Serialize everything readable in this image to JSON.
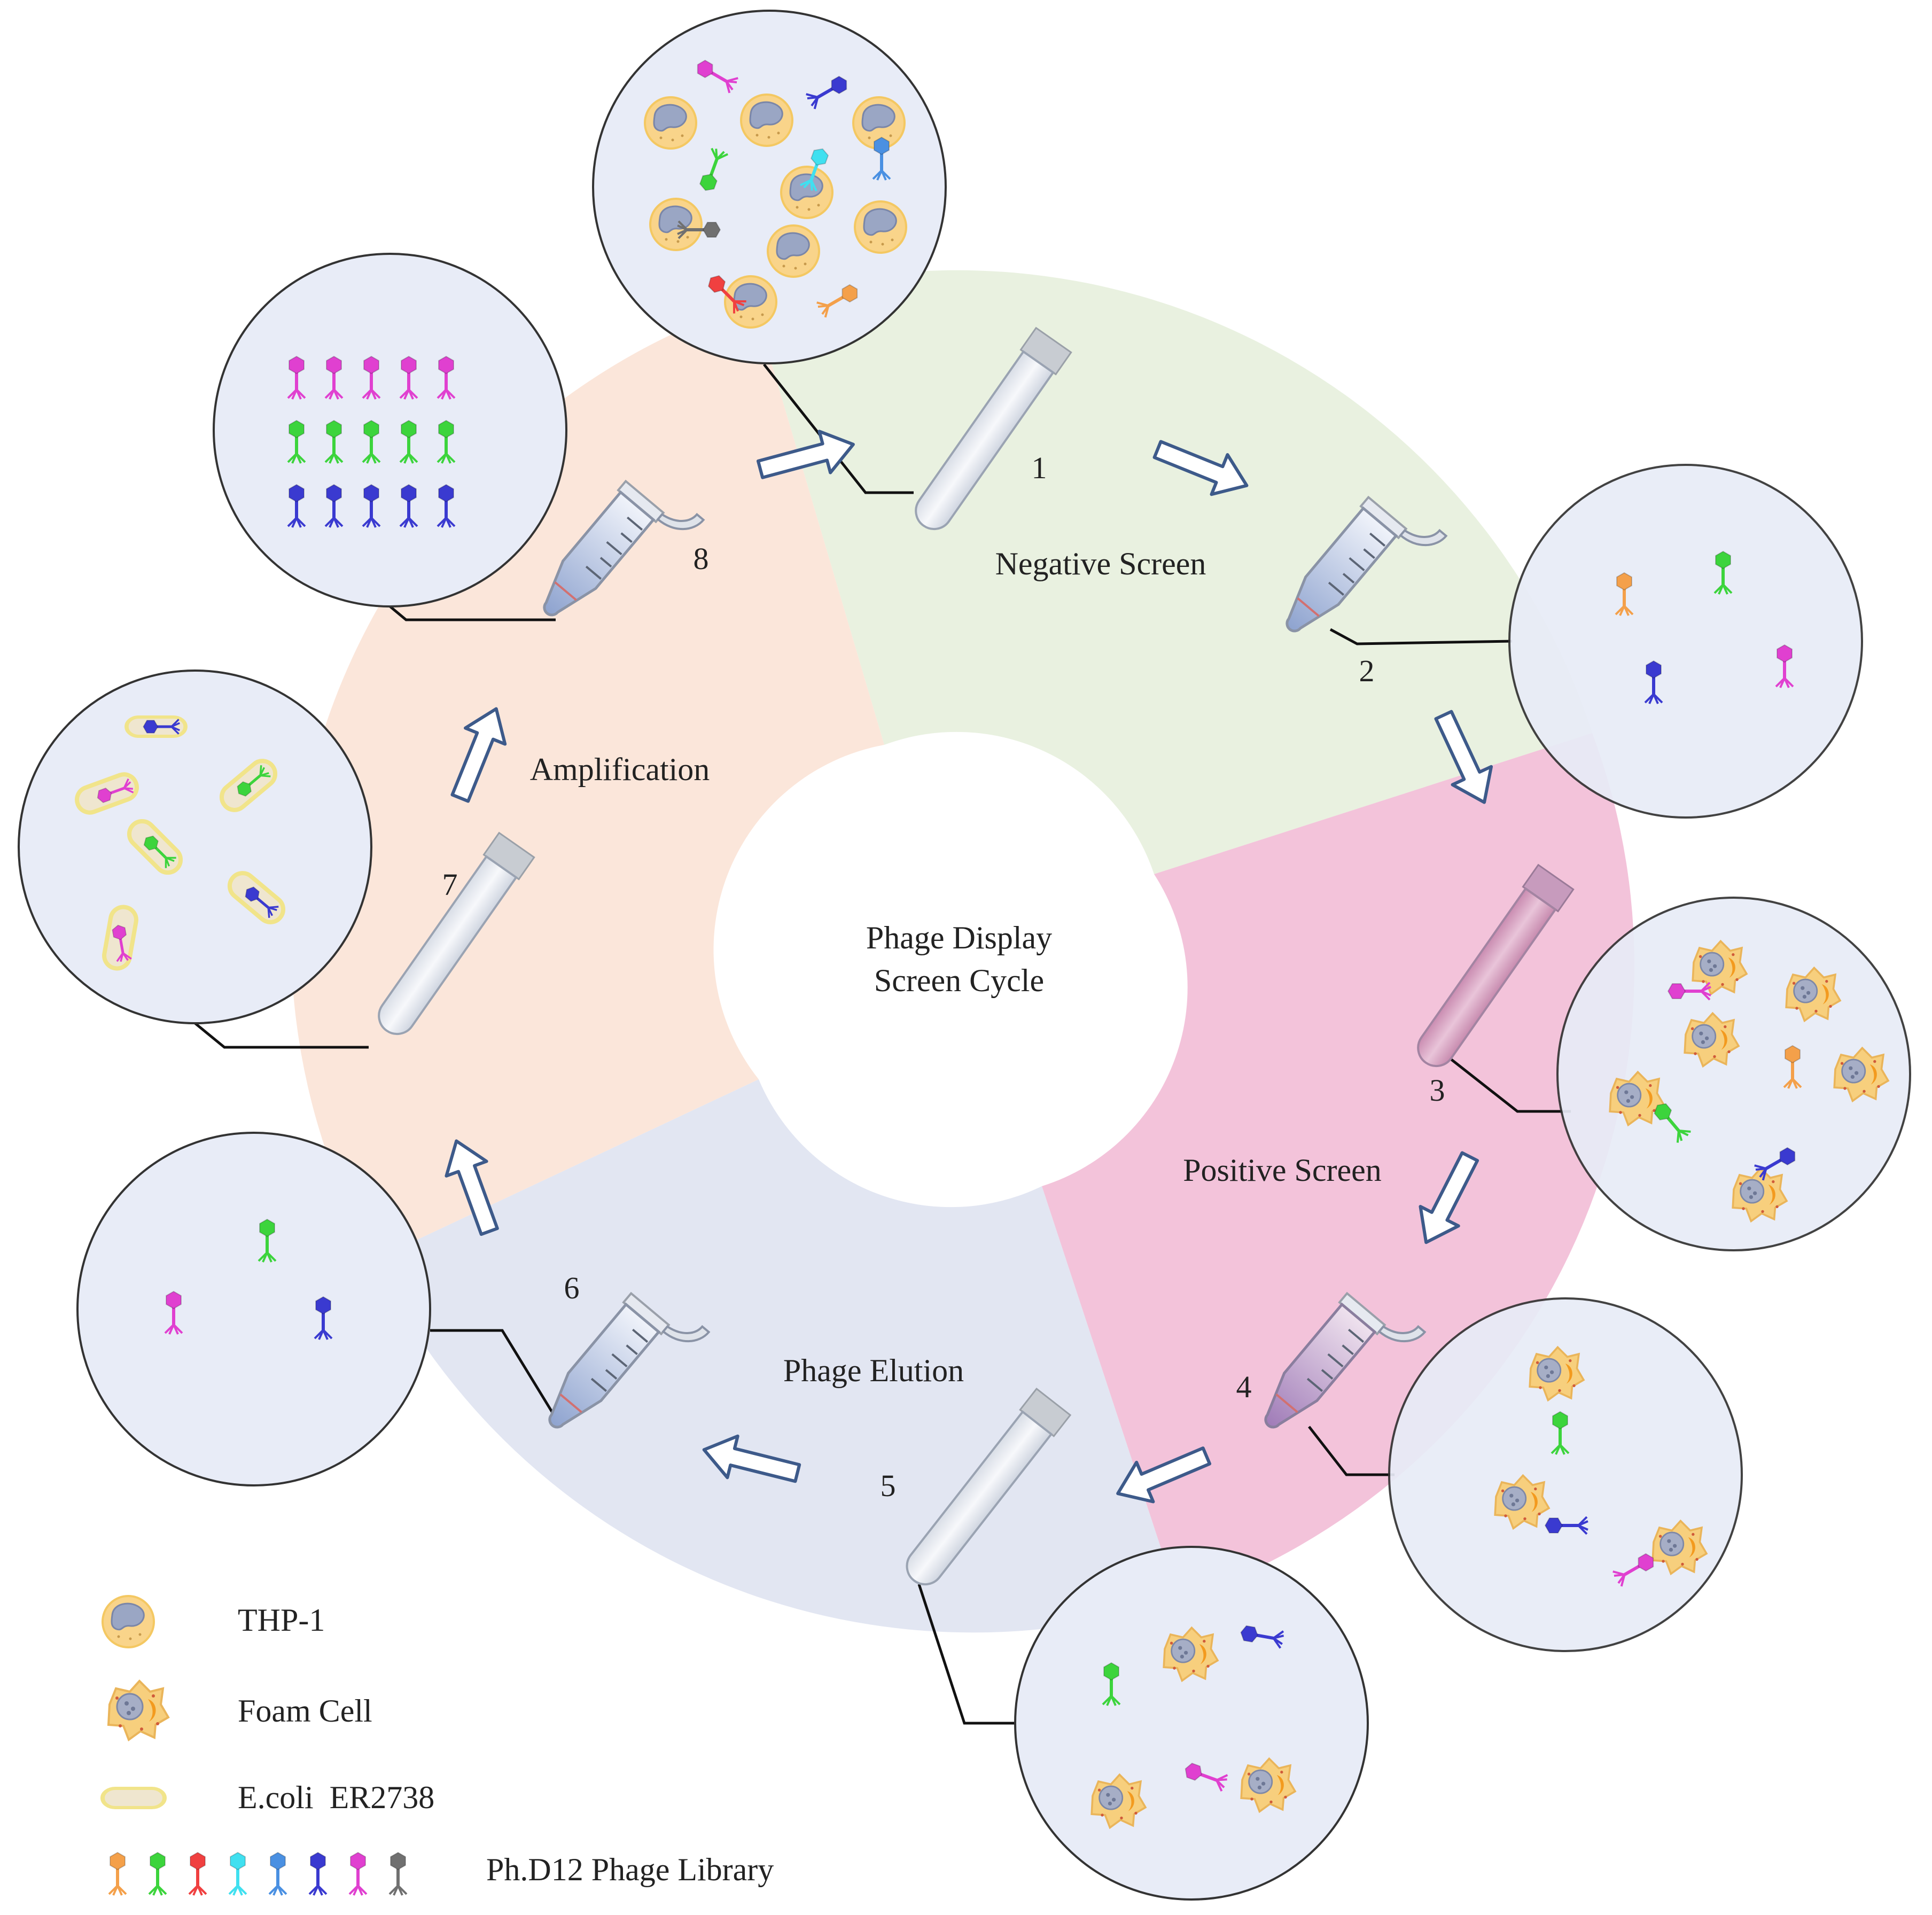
{
  "center_title": [
    "Phage Display",
    "Screen Cycle"
  ],
  "sectors": {
    "negative": "Negative Screen",
    "positive": "Positive Screen",
    "elution": "Phage Elution",
    "amplification": "Amplification"
  },
  "steps": [
    "1",
    "2",
    "3",
    "4",
    "5",
    "6",
    "7",
    "8"
  ],
  "legend": {
    "thp1": "THP-1",
    "foam": "Foam Cell",
    "ecoli": "E.coli  ER2738",
    "library": "Ph.D12 Phage Library"
  },
  "colors": {
    "negative_sector": "#e7f0dd",
    "positive_sector": "#f2bcd6",
    "elution_sector": "#dfe3f1",
    "amplification_sector": "#fbe3d6",
    "circle_fill": "#e8ecf7",
    "arrow_stroke": "#3d5a8a",
    "phage_orange": "#f4a04a",
    "phage_green": "#3cd43c",
    "phage_red": "#f04040",
    "phage_cyan": "#40e0f0",
    "phage_blue": "#4a90e2",
    "phage_navy": "#3a3ad0",
    "phage_magenta": "#e040d0",
    "phage_gray": "#707070"
  }
}
